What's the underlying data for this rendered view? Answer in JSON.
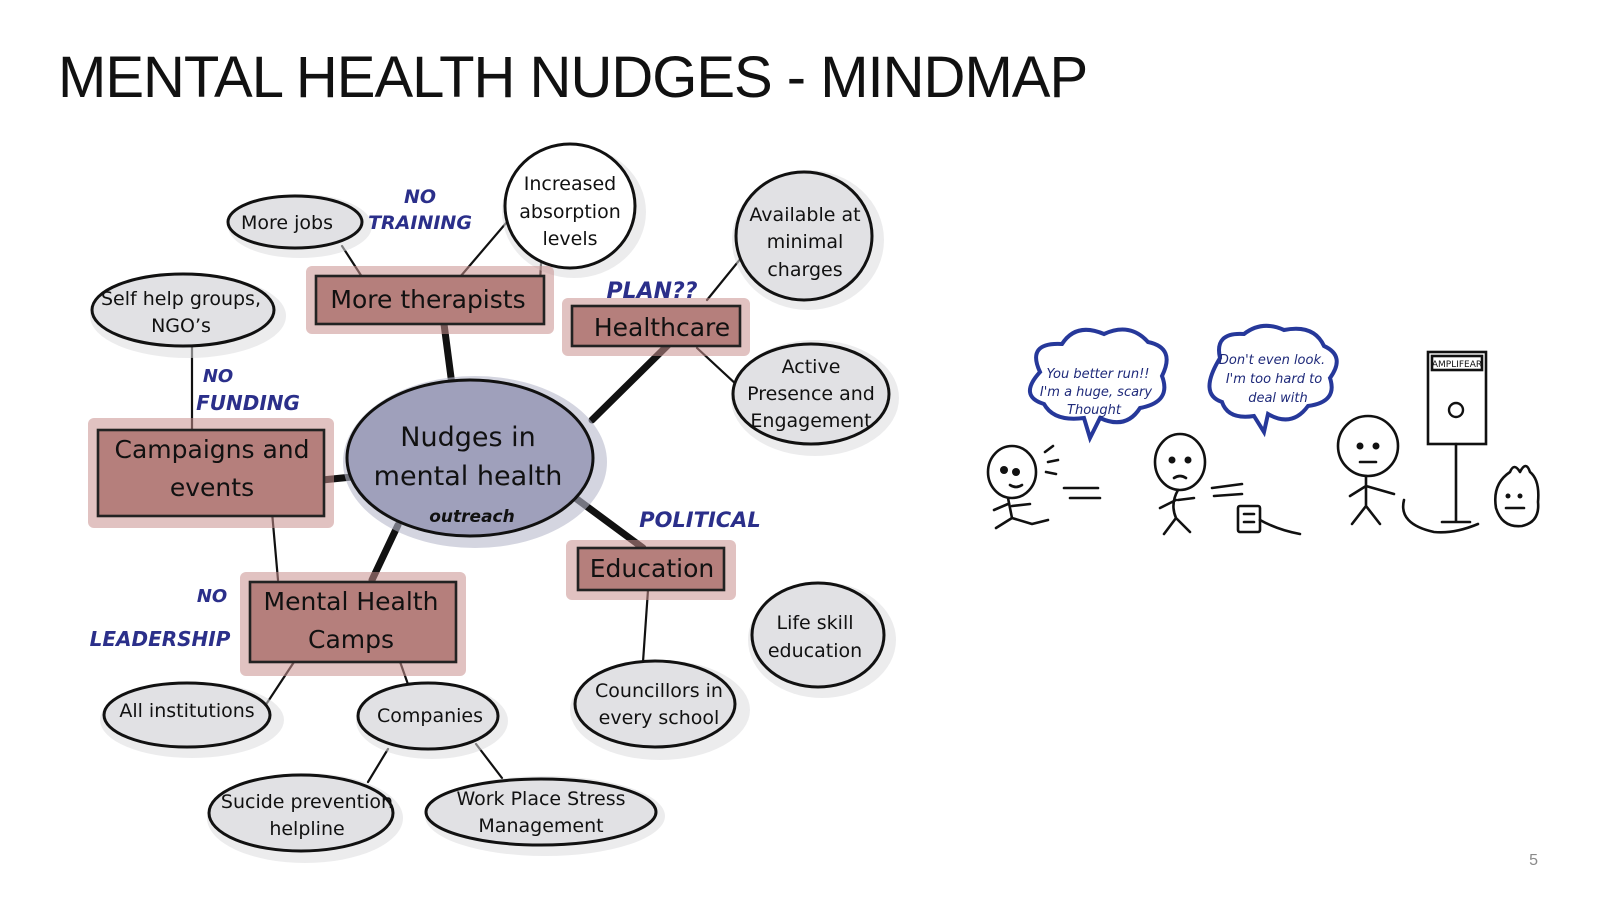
{
  "slide": {
    "title": "MENTAL HEALTH NUDGES - MINDMAP",
    "page_number": "5"
  },
  "mindmap": {
    "center": {
      "line1": "Nudges in",
      "line2": "mental health",
      "annotation": "outreach"
    },
    "branches": {
      "therapists": {
        "label": "More therapists",
        "annotation_line1": "NO",
        "annotation_line2": "TRAINING"
      },
      "healthcare": {
        "label": "Healthcare",
        "annotation": "PLAN??"
      },
      "campaigns": {
        "line1": "Campaigns and",
        "line2": "events",
        "annotation_line1": "NO",
        "annotation_line2": "FUNDING"
      },
      "camps": {
        "line1": "Mental Health",
        "line2": "Camps",
        "annotation_line1": "NO",
        "annotation_line2": "LEADERSHIP"
      },
      "education": {
        "label": "Education",
        "annotation": "POLITICAL"
      }
    },
    "leaves": {
      "more_jobs": "More jobs",
      "absorption": {
        "line1": "Increased",
        "line2": "absorption",
        "line3": "levels"
      },
      "available": {
        "line1": "Available at",
        "line2": "minimal",
        "line3": "charges"
      },
      "active": {
        "line1": "Active",
        "line2": "Presence and",
        "line3": "Engagement"
      },
      "self_help": {
        "line1": "Self help groups,",
        "line2": "NGO’s"
      },
      "all_institutions": "All institutions",
      "companies": "Companies",
      "suicide": {
        "line1": "Sucide prevention",
        "line2": "helpline"
      },
      "workplace": {
        "line1": "Work Place Stress",
        "line2": "Management"
      },
      "councillors": {
        "line1": "Councillors in",
        "line2": "every school"
      },
      "life_skill": {
        "line1": "Life skill",
        "line2": "education"
      }
    }
  },
  "illustration": {
    "bubble1": {
      "line1": "You better run!!",
      "line2": "I'm a huge, scary",
      "line3": "Thought"
    },
    "bubble2": {
      "line1": "Don't even look.",
      "line2": "I'm too hard to",
      "line3": "deal with"
    },
    "sign": "AMPLIFEAR"
  }
}
